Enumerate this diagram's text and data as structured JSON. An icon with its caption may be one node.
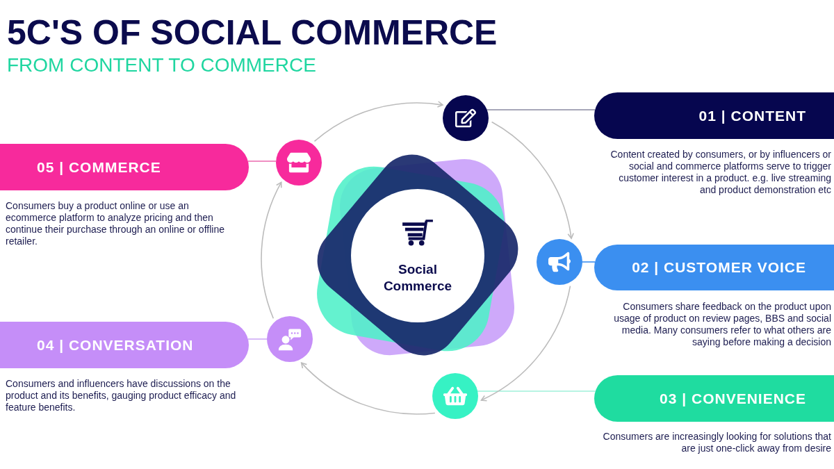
{
  "diagram": {
    "title": "5C'S OF SOCIAL COMMERCE",
    "nodes": [
      {
        "text": [
          "Social Commerce"
        ]
      },
      {
        "text": [],
        "shape": "circle"
      },
      {
        "text": [
          "01 | CONTENT"
        ],
        "beside": [
          "Content created by consumers, or by influencers or social and commerce platforms serve to trigger customer interest in a product. e.g. live streaming and product demonstration etc"
        ]
      },
      {
        "text": [],
        "shape": "circle"
      },
      {
        "text": [
          "02 | CUSTOMER VOICE"
        ],
        "beside": [
          "Consumers share feedback on the product upon usage of product on review pages, BBS and social media. Many consumers refer to what others are saying before making a decision"
        ]
      },
      {
        "text": [],
        "shape": "circle"
      },
      {
        "text": [
          "03 | CONVENIENCE"
        ],
        "beside": [
          "Consumers are increasingly looking for solutions that are just one-click away from desire"
        ]
      },
      {
        "text": [],
        "shape": "circle"
      },
      {
        "text": [
          "04 | CONVERSATION"
        ],
        "beside": [
          "Consumers and influencers have discussions on the product and its benefits, gauging product efficacy and feature benefits."
        ]
      },
      {
        "text": [],
        "shape": "circle"
      },
      {
        "text": [
          "05 | COMMERCE"
        ],
        "beside": [
          "Consumers buy a product online or use an ecommerce platform to analyze pricing and then continue their purchase through an online or offline retailer."
        ]
      }
    ],
    "edges": [
      {
        "from": 1,
        "to": 2,
        "arrow": "none",
        "color": "#8a8aa0"
      },
      {
        "from": 3,
        "to": 4,
        "arrow": "none",
        "color": "#3b8ff0"
      },
      {
        "from": 5,
        "to": 6,
        "arrow": "none",
        "color": "#9ff0da"
      },
      {
        "from": 7,
        "to": 8,
        "arrow": "none",
        "color": "#cfaaf7"
      },
      {
        "from": 9,
        "to": 10,
        "arrow": "none",
        "color": "#ea6aae"
      },
      {
        "from": 9,
        "to": 1,
        "arrow": "to"
      },
      {
        "from": 1,
        "to": 3,
        "arrow": "to"
      },
      {
        "from": 3,
        "to": 5,
        "arrow": "to"
      },
      {
        "from": 5,
        "to": 7,
        "arrow": "to"
      },
      {
        "from": 7,
        "to": 9,
        "arrow": "to"
      }
    ],
    "labels": [
      "FROM CONTENT TO COMMERCE"
    ]
  }
}
